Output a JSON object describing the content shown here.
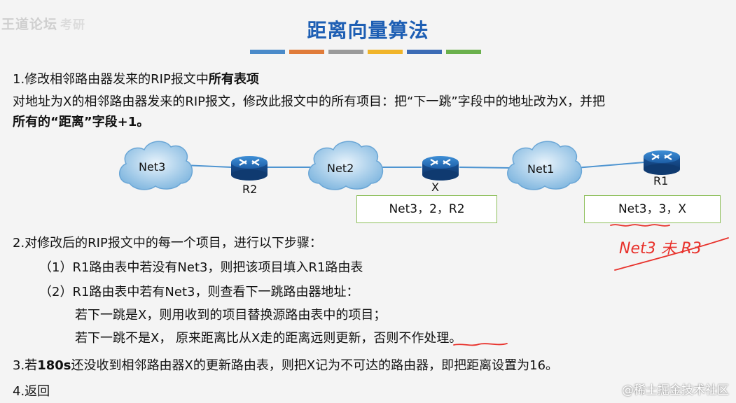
{
  "watermark": {
    "brand": "王道论坛",
    "suffix": "考研"
  },
  "title": "距离向量算法",
  "accent_colors": [
    "#4a8ac9",
    "#e07b39",
    "#9a9a9a",
    "#f0b429",
    "#3c6bb5",
    "#6ab04c"
  ],
  "step1": {
    "heading": "1.修改相邻路由器发来的RIP报文中",
    "heading_bold": "所有表项",
    "line1": "对地址为X的相邻路由器发来的RIP报文，修改此报文中的所有项目：把“下一跳”字段中的地址改为X，并把",
    "line2": "所有的“距离”字段+1。"
  },
  "diagram": {
    "clouds": [
      "Net3",
      "Net2",
      "Net1"
    ],
    "routers": [
      "R2",
      "X",
      "R1"
    ],
    "box_x": "Net3，2，R2",
    "box_r1": "Net3，3，X",
    "handwriting": "Net3 未 R3"
  },
  "step2": {
    "heading": "2.对修改后的RIP报文中的每一个项目，进行以下步骤：",
    "sub1": "（1）R1路由表中若没有Net3，则把该项目填入R1路由表",
    "sub2": "（2）R1路由表中若有Net3，则查看下一跳路由器地址：",
    "sub2a": "若下一跳是X，则用收到的项目替换源路由表中的项目；",
    "sub2b": "若下一跳不是X，  原来距离比从X走的距离远则更新，否则不作处理。"
  },
  "step3": {
    "prefix": "3.若",
    "bold": "180s",
    "rest": "还没收到相邻路由器X的更新路由表，则把X记为不可达的路由器，即把距离设置为16。"
  },
  "step4": {
    "text": "4.返回"
  },
  "corner_watermark": "@稀土掘金技术社区"
}
